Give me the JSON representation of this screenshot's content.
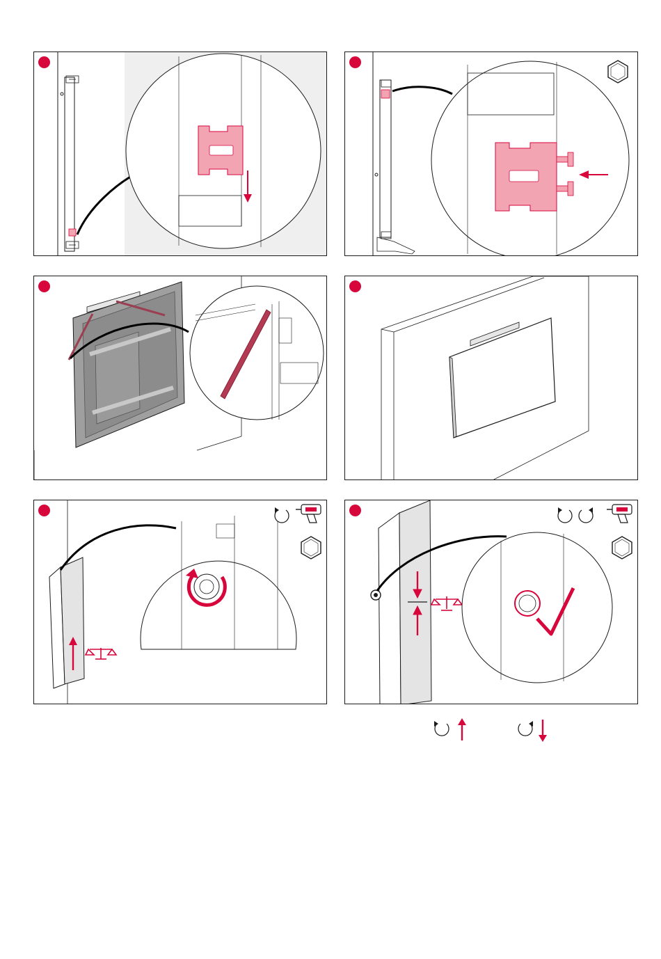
{
  "accent_color": "#d7063b",
  "line_color": "#1a1a1a",
  "steps": [
    {
      "id": 1,
      "icons": [
        "step-marker",
        "arrow-down-icon"
      ]
    },
    {
      "id": 2,
      "icons": [
        "step-marker",
        "hex-nut-icon",
        "arrow-left-icon"
      ]
    },
    {
      "id": 3,
      "icons": [
        "step-marker"
      ]
    },
    {
      "id": 4,
      "icons": [
        "step-marker"
      ]
    },
    {
      "id": 5,
      "icons": [
        "step-marker",
        "rotate-ccw-icon",
        "power-drill-icon",
        "hex-nut-icon",
        "arrow-up-icon",
        "balance-scale-icon"
      ]
    },
    {
      "id": 6,
      "icons": [
        "step-marker",
        "rotate-ccw-icon",
        "rotate-cw-icon",
        "power-drill-icon",
        "hex-nut-icon",
        "balance-scale-icon",
        "checkmark-icon"
      ]
    }
  ],
  "legend": [
    {
      "rotation": "counterclockwise",
      "direction": "up"
    },
    {
      "rotation": "clockwise",
      "direction": "down"
    }
  ]
}
